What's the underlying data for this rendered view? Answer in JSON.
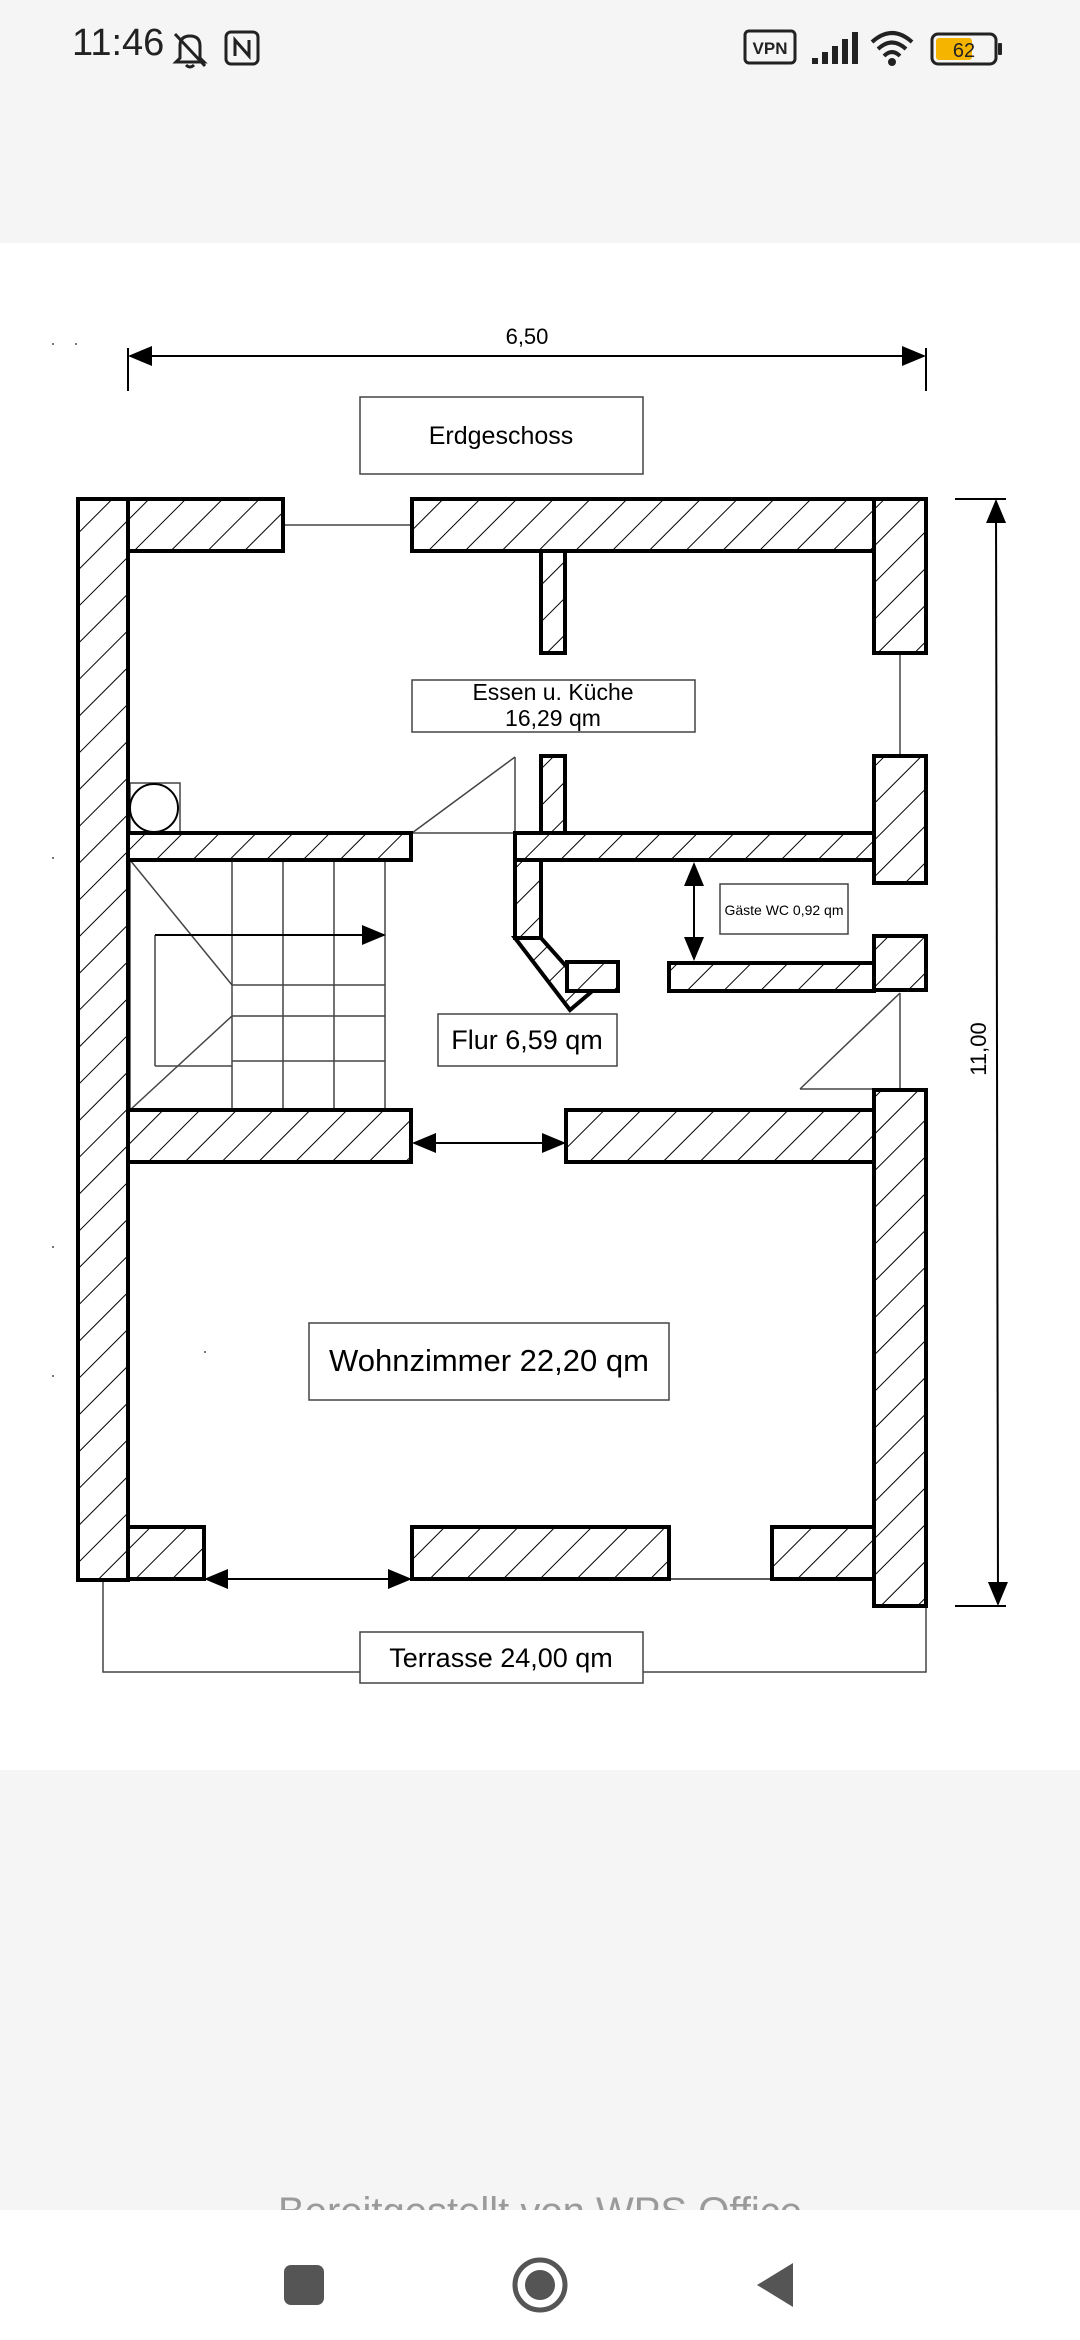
{
  "status_bar": {
    "time": "11:46",
    "vpn_label": "VPN",
    "battery_level": "62",
    "icons": [
      "bell-off-icon",
      "nfc-icon",
      "vpn-icon",
      "signal-icon",
      "wifi-icon",
      "battery-icon"
    ]
  },
  "plan": {
    "title": "Erdgeschoss",
    "width_dimension": "6,50",
    "height_dimension": "11,00",
    "rooms": {
      "kitchen_line1": "Essen u. Küche",
      "kitchen_line2": "16,29 qm",
      "guest_wc": "Gäste WC 0,92 qm",
      "hall": "Flur 6,59 qm",
      "living": "Wohnzimmer 22,20 qm",
      "terrace": "Terrasse 24,00 qm"
    }
  },
  "footer": {
    "text": "Bereitgestellt von WPS Office"
  },
  "nav_bar": {
    "buttons": [
      "recent-apps-button",
      "home-button",
      "back-button"
    ]
  }
}
